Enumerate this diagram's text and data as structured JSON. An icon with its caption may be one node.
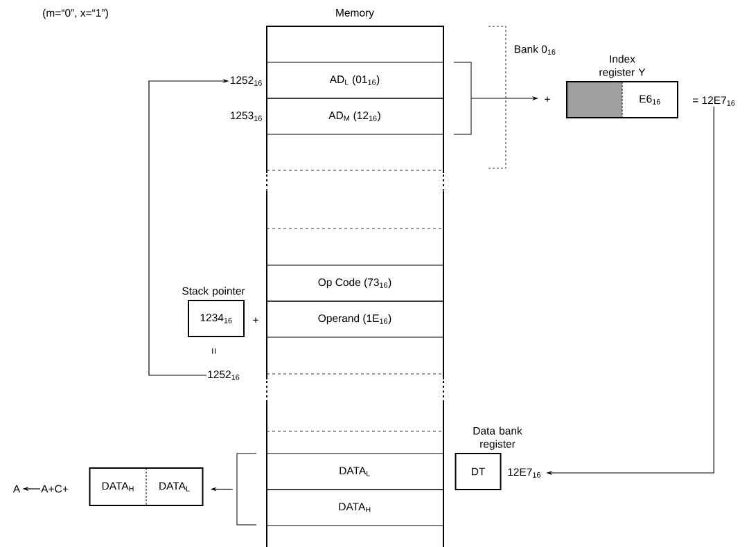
{
  "diagram": {
    "nodes": [
      {
        "text": [
          "1252$_{16}$"
        ]
      },
      {
        "text": [
          "AD$_{L}$ (01$_{16}$)"
        ]
      },
      {
        "text": [
          "1253$_{16}$"
        ]
      },
      {
        "text": [
          "AD$_{M}$ (12$_{16}$)"
        ]
      },
      {
        "text": [],
        "shape": "bracket"
      },
      {
        "text": [
          "Index register Y",
          "E6$_{16}$"
        ]
      },
      {
        "text": [
          "= 12E7$_{16}$"
        ]
      },
      {
        "text": [
          "Stack pointer",
          "1234$_{16}$"
        ]
      },
      {
        "text": [
          "Op Code (73$_{16}$)"
        ]
      },
      {
        "text": [
          "Operand (1E$_{16}$)"
        ]
      },
      {
        "text": [
          "1252$_{16}$"
        ]
      },
      {
        "text": [
          "Data bank register",
          "DT"
        ]
      },
      {
        "text": [
          "12E7$_{16}$"
        ]
      },
      {
        "text": [
          "DATA$_{L}$"
        ]
      },
      {
        "text": [
          "DATA$_{H}$"
        ]
      },
      {
        "text": [],
        "shape": "bracket"
      },
      {
        "text": [
          "A"
        ]
      },
      {
        "text": [
          "A+C+"
        ]
      },
      {
        "text": [
          "DATA$_{H}$",
          "DATA$_{L}$"
        ]
      }
    ],
    "edges": [
      {
        "from": 10,
        "to": 0,
        "arrow": "to"
      },
      {
        "from": 4,
        "to": 5,
        "arrow": "to"
      },
      {
        "from": 6,
        "to": 12,
        "arrow": "to"
      },
      {
        "from": 15,
        "to": 18,
        "arrow": "to"
      },
      {
        "from": 17,
        "to": 16,
        "arrow": "to"
      }
    ],
    "labels": [
      "(m=“0”, x=“1”)",
      "Memory",
      "Bank 0$_{16}$",
      "+",
      "+",
      "="
    ]
  }
}
